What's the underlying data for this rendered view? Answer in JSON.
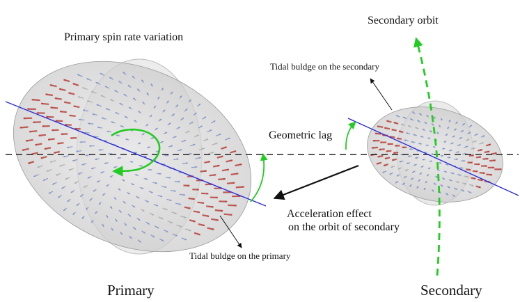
{
  "labels": {
    "primary_spin": "Primary spin rate variation",
    "secondary_orbit": "Secondary orbit",
    "tidal_secondary": "Tidal buldge on the secondary",
    "geometric_lag": "Geometric lag",
    "accel_line1": "Acceleration effect",
    "accel_line2": "on the orbit of secondary",
    "tidal_primary": "Tidal buldge on the primary",
    "primary": "Primary",
    "secondary": "Secondary"
  },
  "colors": {
    "bulge_axis": "#2b2bd6",
    "green_arrow": "#22cc22",
    "reference_line": "#222222",
    "arrow_red": "#b8413a",
    "arrow_blue": "#7f92c8",
    "arrow_gray": "#a8a8a8",
    "body_fill": "#d9d9d9"
  }
}
